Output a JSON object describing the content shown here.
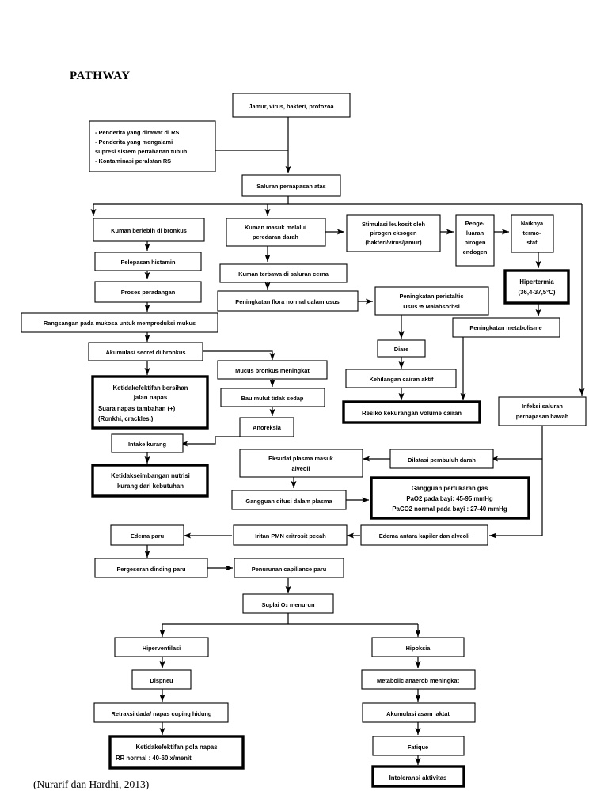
{
  "document": {
    "title": "PATHWAY",
    "caption": "(Nurarif dan Hardhi, 2013)"
  },
  "chart_data": {
    "type": "diagram",
    "title": "PATHWAY",
    "subtitle": "(Nurarif dan Hardhi, 2013)",
    "orientation": "top-down flowchart",
    "nodes": [
      {
        "id": "n1",
        "label": "Jamur, virus, bakteri, protozoa",
        "emphasis": "normal"
      },
      {
        "id": "n2",
        "label": "-   Penderita yang dirawat di RS\n-  Penderita yang mengalami\n   supresi sistem pertahanan tubuh\n-  Kontaminasi peralatan RS",
        "emphasis": "normal"
      },
      {
        "id": "n3",
        "label": "Saluran pernapasan atas",
        "emphasis": "normal"
      },
      {
        "id": "n4",
        "label": "Kuman berlebih di bronkus",
        "emphasis": "normal"
      },
      {
        "id": "n5",
        "label": "Kuman masuk melalui\nperedaran darah",
        "emphasis": "normal"
      },
      {
        "id": "n6",
        "label": "Stimulasi leukosit oleh\npirogen eksogen\n(bakteri/virus/jamur)",
        "emphasis": "normal"
      },
      {
        "id": "n7",
        "label": "Penge-\nluaran\npirogen\nendogen",
        "emphasis": "normal"
      },
      {
        "id": "n8",
        "label": "Naiknya\ntermo-\nstat",
        "emphasis": "normal"
      },
      {
        "id": "n9",
        "label": "Hipertermia\n(36,4-37,5°C)",
        "emphasis": "bold"
      },
      {
        "id": "n10",
        "label": "Pelepasan histamin",
        "emphasis": "normal"
      },
      {
        "id": "n11",
        "label": "Kuman terbawa di saluran cerna",
        "emphasis": "normal"
      },
      {
        "id": "n12",
        "label": "Proses peradangan",
        "emphasis": "normal"
      },
      {
        "id": "n13",
        "label": "Peningkatan flora normal dalam usus",
        "emphasis": "normal"
      },
      {
        "id": "n14",
        "label": "Peningkatan peristaltic\nUsus ➔ Malabsorbsi",
        "emphasis": "normal"
      },
      {
        "id": "n15",
        "label": "Rangsangan pada mukosa untuk memproduksi mukus",
        "emphasis": "normal"
      },
      {
        "id": "n16",
        "label": "Peningkatan metabolisme",
        "emphasis": "normal"
      },
      {
        "id": "n17",
        "label": "Akumulasi secret di bronkus",
        "emphasis": "normal"
      },
      {
        "id": "n18",
        "label": "Diare",
        "emphasis": "normal"
      },
      {
        "id": "n19",
        "label": "Mucus bronkus meningkat",
        "emphasis": "normal"
      },
      {
        "id": "n20",
        "label": "Kehilangan cairan aktif",
        "emphasis": "normal"
      },
      {
        "id": "n21",
        "label": "Ketidakefektifan bersihan\njalan napas\nSuara napas tambahan (+)\n(Ronkhi, crackles.)",
        "emphasis": "bold"
      },
      {
        "id": "n22",
        "label": "Bau mulut tidak sedap",
        "emphasis": "normal"
      },
      {
        "id": "n23",
        "label": "Resiko kekurangan volume cairan",
        "emphasis": "bold"
      },
      {
        "id": "n24",
        "label": "Infeksi saluran\npernapasan bawah",
        "emphasis": "normal"
      },
      {
        "id": "n25",
        "label": "Anoreksia",
        "emphasis": "normal"
      },
      {
        "id": "n26",
        "label": "Intake kurang",
        "emphasis": "normal"
      },
      {
        "id": "n27",
        "label": "Eksudat plasma masuk\nalveoli",
        "emphasis": "normal"
      },
      {
        "id": "n28",
        "label": "Dilatasi pembuluh darah",
        "emphasis": "normal"
      },
      {
        "id": "n29",
        "label": "Ketidakseimbangan nutrisi\nkurang dari kebutuhan",
        "emphasis": "bold"
      },
      {
        "id": "n30",
        "label": "Gangguan pertukaran gas\nPaO2 pada bayi: 45-95  mmHg\nPaCO2 normal pada bayi : 27-40 mmHg",
        "emphasis": "bold"
      },
      {
        "id": "n31",
        "label": "Gangguan difusi dalam plasma",
        "emphasis": "normal"
      },
      {
        "id": "n32",
        "label": "Edema paru",
        "emphasis": "normal"
      },
      {
        "id": "n33",
        "label": "Iritan PMN eritrosit pecah",
        "emphasis": "normal"
      },
      {
        "id": "n34",
        "label": "Edema antara kapiler dan alveoli",
        "emphasis": "normal"
      },
      {
        "id": "n35",
        "label": "Pergeseran dinding paru",
        "emphasis": "normal"
      },
      {
        "id": "n36",
        "label": "Penurunan capiliance paru",
        "emphasis": "normal"
      },
      {
        "id": "n37",
        "label": "Suplai O₂ menurun",
        "emphasis": "normal"
      },
      {
        "id": "n38",
        "label": "Hiperventilasi",
        "emphasis": "normal"
      },
      {
        "id": "n39",
        "label": "Hipoksia",
        "emphasis": "normal"
      },
      {
        "id": "n40",
        "label": "Dispneu",
        "emphasis": "normal"
      },
      {
        "id": "n41",
        "label": "Metabolic anaerob meningkat",
        "emphasis": "normal"
      },
      {
        "id": "n42",
        "label": "Retraksi dada/ napas cuping hidung",
        "emphasis": "normal"
      },
      {
        "id": "n43",
        "label": "Akumulasi asam laktat",
        "emphasis": "normal"
      },
      {
        "id": "n44",
        "label": "Ketidakefektifan pola napas\nRR normal    : 40-60 x/menit",
        "emphasis": "bold"
      },
      {
        "id": "n45",
        "label": "Fatique",
        "emphasis": "normal"
      },
      {
        "id": "n46",
        "label": "Intoleransi aktivitas",
        "emphasis": "bold"
      }
    ],
    "edges": [
      {
        "from": "n1",
        "to": "n3"
      },
      {
        "from": "n2",
        "to": "n1-n3 trunk"
      },
      {
        "from": "n3",
        "to": "n4"
      },
      {
        "from": "n3",
        "to": "n5"
      },
      {
        "from": "n3",
        "to": "n24"
      },
      {
        "from": "n5",
        "to": "n6"
      },
      {
        "from": "n6",
        "to": "n7"
      },
      {
        "from": "n7",
        "to": "n8"
      },
      {
        "from": "n8",
        "to": "n9"
      },
      {
        "from": "n9",
        "to": "n16"
      },
      {
        "from": "n4",
        "to": "n10"
      },
      {
        "from": "n10",
        "to": "n12"
      },
      {
        "from": "n12",
        "to": "n15"
      },
      {
        "from": "n15",
        "to": "n17"
      },
      {
        "from": "n5",
        "to": "n11"
      },
      {
        "from": "n11",
        "to": "n13"
      },
      {
        "from": "n13",
        "to": "n14"
      },
      {
        "from": "n14",
        "to": "n18"
      },
      {
        "from": "n18",
        "to": "n20"
      },
      {
        "from": "n20",
        "to": "n23"
      },
      {
        "from": "n16",
        "to": "n23"
      },
      {
        "from": "n17",
        "to": "n21"
      },
      {
        "from": "n17",
        "to": "n19"
      },
      {
        "from": "n19",
        "to": "n22"
      },
      {
        "from": "n22",
        "to": "n25"
      },
      {
        "from": "n25",
        "to": "n26"
      },
      {
        "from": "n26",
        "to": "n29"
      },
      {
        "from": "n24",
        "to": "n28"
      },
      {
        "from": "n24",
        "to": "n34"
      },
      {
        "from": "n28",
        "to": "n27"
      },
      {
        "from": "n27",
        "to": "n31"
      },
      {
        "from": "n31",
        "to": "n30"
      },
      {
        "from": "n34",
        "to": "n33"
      },
      {
        "from": "n33",
        "to": "n32"
      },
      {
        "from": "n32",
        "to": "n35"
      },
      {
        "from": "n35",
        "to": "n36"
      },
      {
        "from": "n36",
        "to": "n37"
      },
      {
        "from": "n37",
        "to": "n38"
      },
      {
        "from": "n37",
        "to": "n39"
      },
      {
        "from": "n38",
        "to": "n40"
      },
      {
        "from": "n40",
        "to": "n42"
      },
      {
        "from": "n42",
        "to": "n44"
      },
      {
        "from": "n39",
        "to": "n41"
      },
      {
        "from": "n41",
        "to": "n43"
      },
      {
        "from": "n43",
        "to": "n45"
      },
      {
        "from": "n45",
        "to": "n46"
      }
    ]
  }
}
